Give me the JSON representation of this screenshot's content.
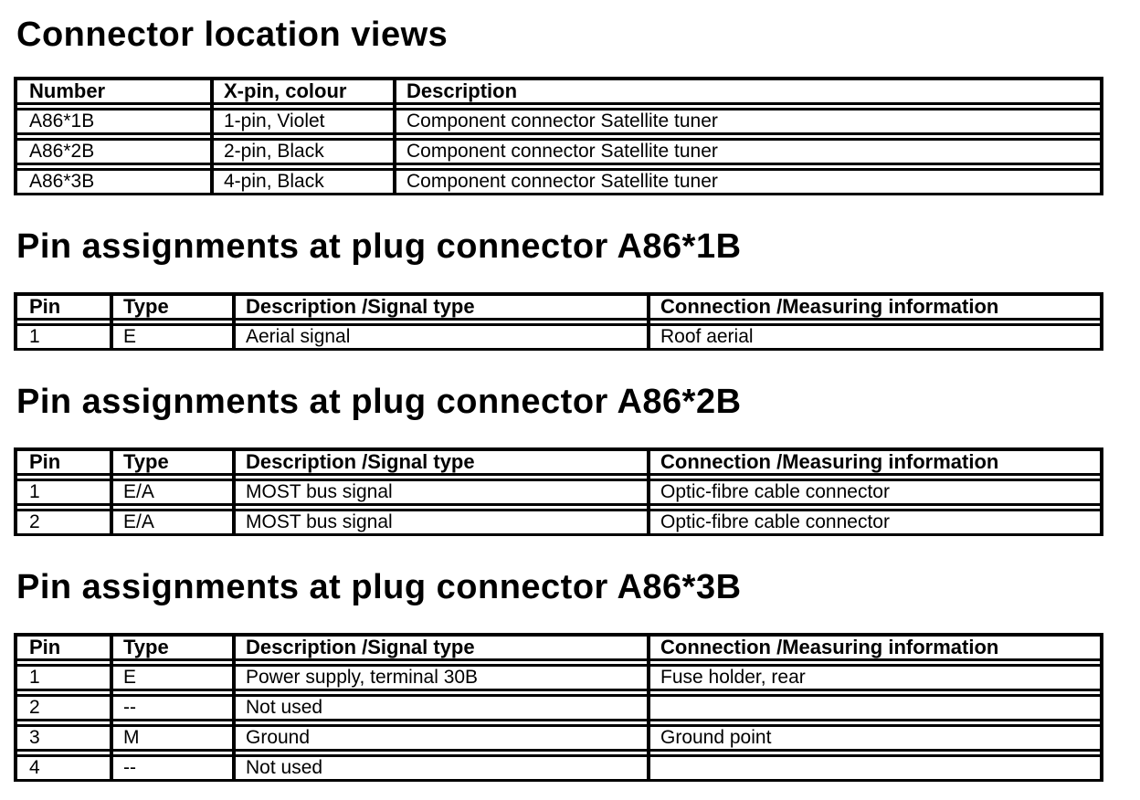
{
  "colors": {
    "text": "#000000",
    "background": "#ffffff",
    "table_border": "#000000"
  },
  "sections": [
    {
      "heading": "Connector location views",
      "table": {
        "headers": [
          "Number",
          "X-pin, colour",
          "Description"
        ],
        "rows": [
          [
            "A86*1B",
            "1-pin, Violet",
            "Component connector Satellite tuner"
          ],
          [
            "A86*2B",
            "2-pin, Black",
            "Component connector Satellite tuner"
          ],
          [
            "A86*3B",
            "4-pin, Black",
            "Component connector Satellite tuner"
          ]
        ]
      }
    },
    {
      "heading": "Pin assignments at plug connector A86*1B",
      "table": {
        "headers": [
          "Pin",
          "Type",
          "Description /Signal type",
          "Connection /Measuring information"
        ],
        "rows": [
          [
            "1",
            "E",
            "Aerial signal",
            "Roof aerial"
          ]
        ]
      }
    },
    {
      "heading": "Pin assignments at plug connector A86*2B",
      "table": {
        "headers": [
          "Pin",
          "Type",
          "Description /Signal type",
          "Connection /Measuring information"
        ],
        "rows": [
          [
            "1",
            "E/A",
            "MOST bus signal",
            "Optic-fibre cable connector"
          ],
          [
            "2",
            "E/A",
            "MOST bus signal",
            "Optic-fibre cable connector"
          ]
        ]
      }
    },
    {
      "heading": "Pin assignments at plug connector A86*3B",
      "table": {
        "headers": [
          "Pin",
          "Type",
          "Description /Signal type",
          "Connection /Measuring information"
        ],
        "rows": [
          [
            "1",
            "E",
            "Power supply, terminal 30B",
            "Fuse holder, rear"
          ],
          [
            "2",
            "--",
            "Not used",
            ""
          ],
          [
            "3",
            "M",
            "Ground",
            "Ground point"
          ],
          [
            "4",
            "--",
            "Not used",
            ""
          ]
        ]
      }
    }
  ]
}
